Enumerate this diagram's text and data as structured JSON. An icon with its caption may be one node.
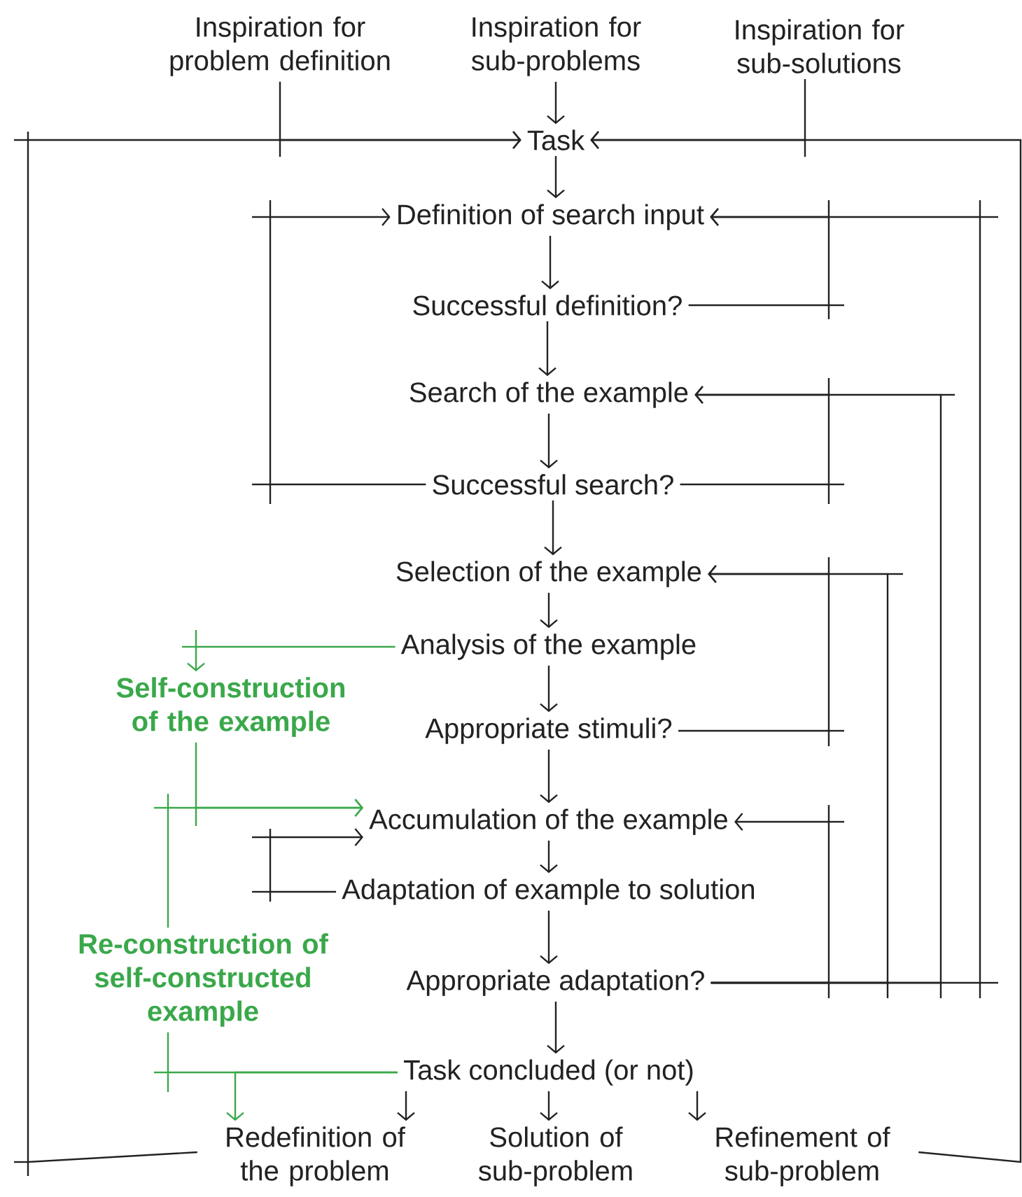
{
  "diagram": {
    "nodes": [
      {
        "text": [
          "Inspiration for problem definition"
        ]
      },
      {
        "text": [
          "Inspiration for sub-problems"
        ]
      },
      {
        "text": [
          "Inspiration for sub-solutions"
        ]
      },
      {
        "text": [
          "Task"
        ]
      },
      {
        "text": [
          "Definition of search input"
        ]
      },
      {
        "text": [
          "Successful definition?"
        ]
      },
      {
        "text": [
          "Search of the example"
        ]
      },
      {
        "text": [
          "Successful search?"
        ]
      },
      {
        "text": [
          "Selection of the example"
        ]
      },
      {
        "text": [
          "Analysis of the example"
        ]
      },
      {
        "text": [
          "Self-construction of the example"
        ]
      },
      {
        "text": [
          "Appropriate stimuli?"
        ]
      },
      {
        "text": [
          "Accumulation of the example"
        ]
      },
      {
        "text": [
          "Adaptation of example to solution"
        ]
      },
      {
        "text": [
          "Re-construction of self-constructed example"
        ]
      },
      {
        "text": [
          "Appropriate adaptation?"
        ]
      },
      {
        "text": [
          "Task concluded (or not)"
        ]
      },
      {
        "text": [
          "Redefinition of the problem"
        ]
      },
      {
        "text": [
          "Solution of sub-problem"
        ]
      },
      {
        "text": [
          "Refinement of sub-problem"
        ]
      }
    ],
    "edges": [
      {
        "from": 1,
        "to": 3,
        "arrow": "to"
      },
      {
        "from": 0,
        "to": 3,
        "arrow": "to"
      },
      {
        "from": 2,
        "to": 3,
        "arrow": "to"
      },
      {
        "from": 17,
        "to": 3,
        "arrow": "to"
      },
      {
        "from": 19,
        "to": 3,
        "arrow": "to"
      },
      {
        "from": 3,
        "to": 4,
        "arrow": "to"
      },
      {
        "from": 4,
        "to": 5,
        "arrow": "to"
      },
      {
        "from": 5,
        "to": 6,
        "arrow": "to"
      },
      {
        "from": 6,
        "to": 7,
        "arrow": "to"
      },
      {
        "from": 7,
        "to": 8,
        "arrow": "to"
      },
      {
        "from": 8,
        "to": 9,
        "arrow": "to"
      },
      {
        "from": 9,
        "to": 11,
        "arrow": "to"
      },
      {
        "from": 11,
        "to": 12,
        "arrow": "to"
      },
      {
        "from": 12,
        "to": 13,
        "arrow": "to"
      },
      {
        "from": 13,
        "to": 15,
        "arrow": "to"
      },
      {
        "from": 15,
        "to": 16,
        "arrow": "to"
      },
      {
        "from": 16,
        "to": 17,
        "arrow": "to"
      },
      {
        "from": 16,
        "to": 18,
        "arrow": "to"
      },
      {
        "from": 16,
        "to": 19,
        "arrow": "to"
      },
      {
        "from": 7,
        "to": 4,
        "arrow": "to"
      },
      {
        "from": 5,
        "to": 4,
        "arrow": "to"
      },
      {
        "from": 7,
        "to": 6,
        "arrow": "to"
      },
      {
        "from": 15,
        "to": 6,
        "arrow": "to"
      },
      {
        "from": 15,
        "to": 4,
        "arrow": "to"
      },
      {
        "from": 11,
        "to": 8,
        "arrow": "to"
      },
      {
        "from": 15,
        "to": 8,
        "arrow": "to"
      },
      {
        "from": 15,
        "to": 12,
        "arrow": "to"
      },
      {
        "from": 13,
        "to": 12,
        "arrow": "to"
      },
      {
        "from": 9,
        "to": 10,
        "arrow": "to",
        "color": "#3aa84a"
      },
      {
        "from": 10,
        "to": 12,
        "arrow": "to",
        "color": "#3aa84a"
      },
      {
        "from": 14,
        "to": 12,
        "arrow": "to",
        "color": "#3aa84a"
      },
      {
        "from": 16,
        "to": 14,
        "arrow": "none",
        "color": "#3aa84a"
      },
      {
        "from": 16,
        "to": 17,
        "arrow": "to",
        "color": "#3aa84a"
      }
    ]
  }
}
